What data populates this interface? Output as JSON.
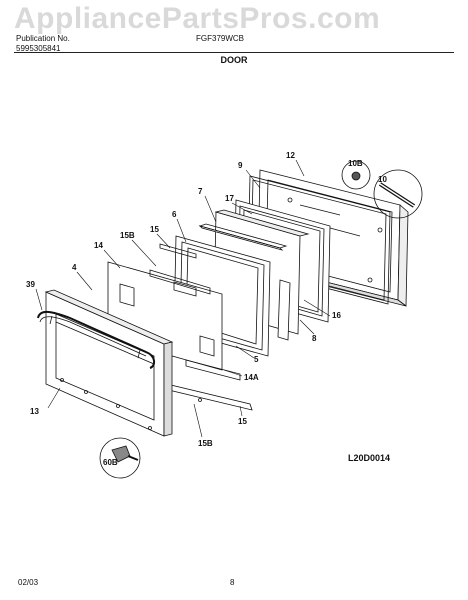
{
  "watermark": "AppliancePartsPros.com",
  "header": {
    "line1": "Publication No.",
    "model": "FGF379WCB",
    "line2": "5995305841"
  },
  "section_title": "DOOR",
  "diagram_code": "L20D0014",
  "footer": {
    "date": "02/03",
    "page": "8"
  },
  "parts": [
    "12",
    "9",
    "10B",
    "10",
    "7",
    "17",
    "6",
    "15",
    "15B",
    "14",
    "4",
    "39",
    "16",
    "8",
    "5",
    "14A",
    "13",
    "15",
    "15B",
    "60B"
  ],
  "colors": {
    "line": "#111111",
    "watermark": "#d9d9d9"
  }
}
